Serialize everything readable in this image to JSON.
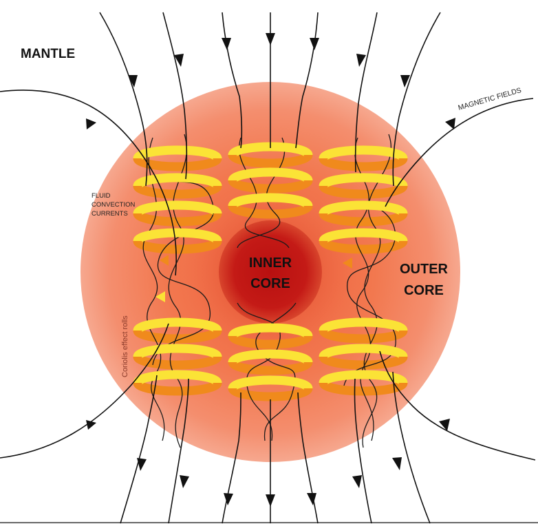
{
  "labels": {
    "mantle": "MANTLE",
    "magnetic_fields": "MAGNETIC FIELDS",
    "fluid_convection": [
      "FLUID",
      "CONVECTION",
      "CURRENTS"
    ],
    "coriolis": "Coriolis effect rolls",
    "inner_core": [
      "INNER",
      "CORE"
    ],
    "outer_core": [
      "OUTER",
      "CORE"
    ]
  },
  "colors": {
    "outer_core_edge": "#f39a78",
    "outer_core_mid": "#f2764f",
    "inner_core_center": "#bb1212",
    "coil_yellow": "#fbe336",
    "coil_orange": "#f08a1c",
    "field_lines": "#111111"
  },
  "icons": {
    "field_arrow": "triangle-arrowhead",
    "flow_arrow": "orange-flow-arrow"
  }
}
